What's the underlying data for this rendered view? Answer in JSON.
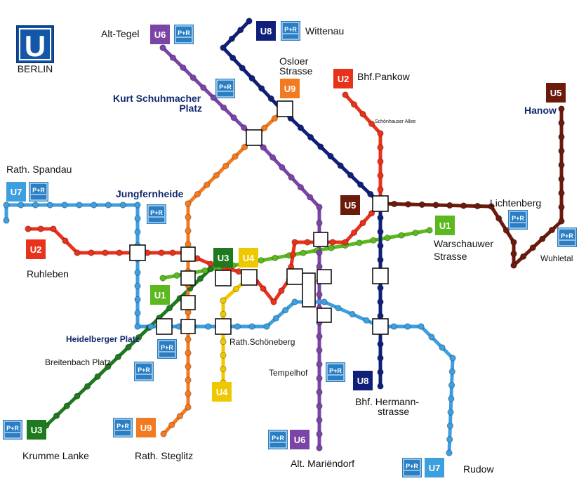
{
  "logo": {
    "letter": "U",
    "city": "BERLIN"
  },
  "colors": {
    "U1": "#5bb81f",
    "U2": "#e8321b",
    "U3": "#1e7a1e",
    "U4": "#f0c800",
    "U5": "#6b1a0c",
    "U6": "#7b45a8",
    "U7": "#3d9ee0",
    "U8": "#10207a",
    "U9": "#f47a20",
    "pr": "#2a7fc4",
    "logo": "#1456a8"
  },
  "park_ride_label": "P+R",
  "lines": [
    {
      "id": "U1",
      "name": "U1"
    },
    {
      "id": "U2",
      "name": "U2"
    },
    {
      "id": "U3",
      "name": "U3"
    },
    {
      "id": "U4",
      "name": "U4"
    },
    {
      "id": "U5",
      "name": "U5"
    },
    {
      "id": "U6",
      "name": "U6"
    },
    {
      "id": "U7",
      "name": "U7"
    },
    {
      "id": "U8",
      "name": "U8"
    },
    {
      "id": "U9",
      "name": "U9"
    }
  ],
  "labels": {
    "alt_tegel": "Alt-Tegel",
    "wittenau": "Wittenau",
    "osloer_1": "Osloer",
    "osloer_2": "Strasse",
    "pankow": "Bhf.Pankow",
    "schoenhauser": "Schönhauser Allee",
    "hanow": "Hanow",
    "kurt_1": "Kurt Schuhmacher",
    "kurt_2": "Platz",
    "spandau": "Rath. Spandau",
    "jungfernheide": "Jungfernheide",
    "lichtenberg": "Lichtenberg",
    "warschauer_1": "Warschauwer",
    "warschauer_2": "Strasse",
    "wuhletal": "Wuhletal",
    "ruhleben": "Ruhleben",
    "heidelberger": "Heidelberger Platz",
    "schoeneberg": "Rath.Schöneberg",
    "breitenbach": "Breitenbach Platz",
    "tempelhof": "Tempelhof",
    "hermann_1": "Bhf. Hermann-",
    "hermann_2": "strasse",
    "krumme": "Krumme Lanke",
    "steglitz": "Rath. Steglitz",
    "mariendorf": "Alt. Mariëndorf",
    "rudow": "Rudow"
  }
}
